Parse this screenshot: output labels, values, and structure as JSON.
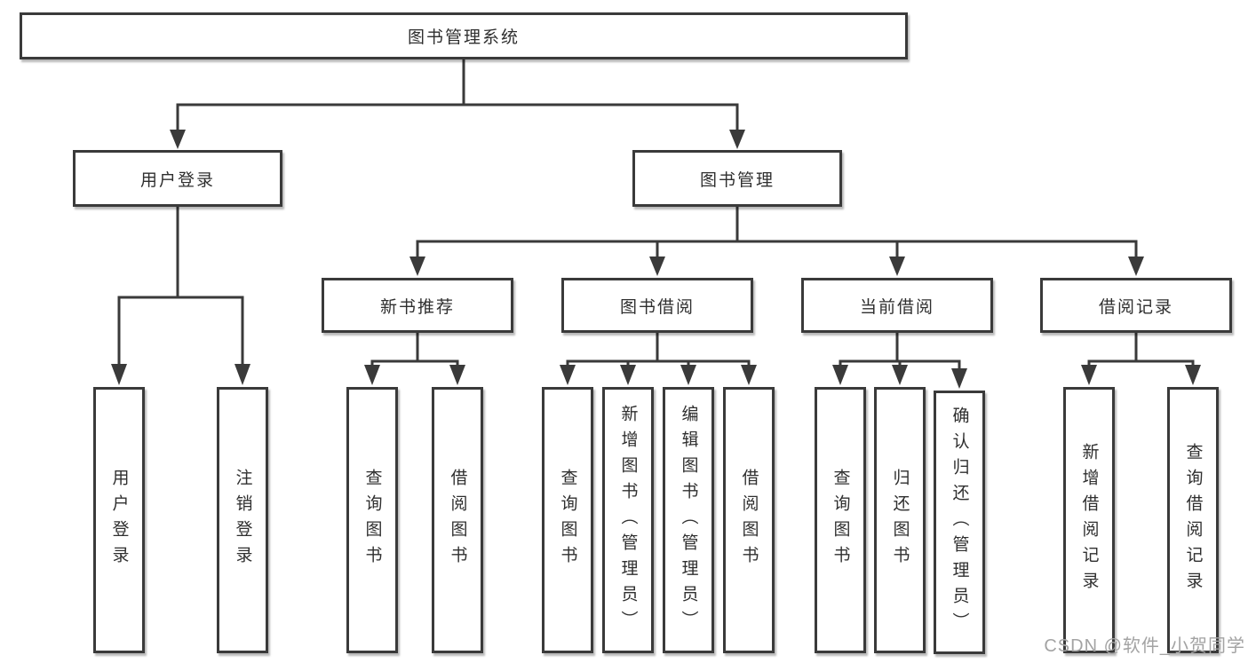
{
  "diagram": {
    "root": {
      "label": "图书管理系统"
    },
    "level2": [
      {
        "label": "用户登录",
        "children": [
          {
            "label": "用户登录"
          },
          {
            "label": "注销登录"
          }
        ]
      },
      {
        "label": "图书管理",
        "children": [
          {
            "label": "新书推荐",
            "children": [
              {
                "label": "查询图书"
              },
              {
                "label": "借阅图书"
              }
            ]
          },
          {
            "label": "图书借阅",
            "children": [
              {
                "label": "查询图书"
              },
              {
                "label": "新增图书（管理员）"
              },
              {
                "label": "编辑图书（管理员）"
              },
              {
                "label": "借阅图书"
              }
            ]
          },
          {
            "label": "当前借阅",
            "children": [
              {
                "label": "查询图书"
              },
              {
                "label": "归还图书"
              },
              {
                "label": "确认归还（管理员）"
              }
            ]
          },
          {
            "label": "借阅记录",
            "children": [
              {
                "label": "新增借阅记录"
              },
              {
                "label": "查询借阅记录"
              }
            ]
          }
        ]
      }
    ]
  },
  "watermark": {
    "text": "CSDN @软件_小贺同学"
  },
  "colors": {
    "line": "#3a3a3a",
    "box_border": "#3a3a3a",
    "text": "#2f2f2f",
    "background": "#ffffff",
    "watermark": "#a3a3a3"
  }
}
